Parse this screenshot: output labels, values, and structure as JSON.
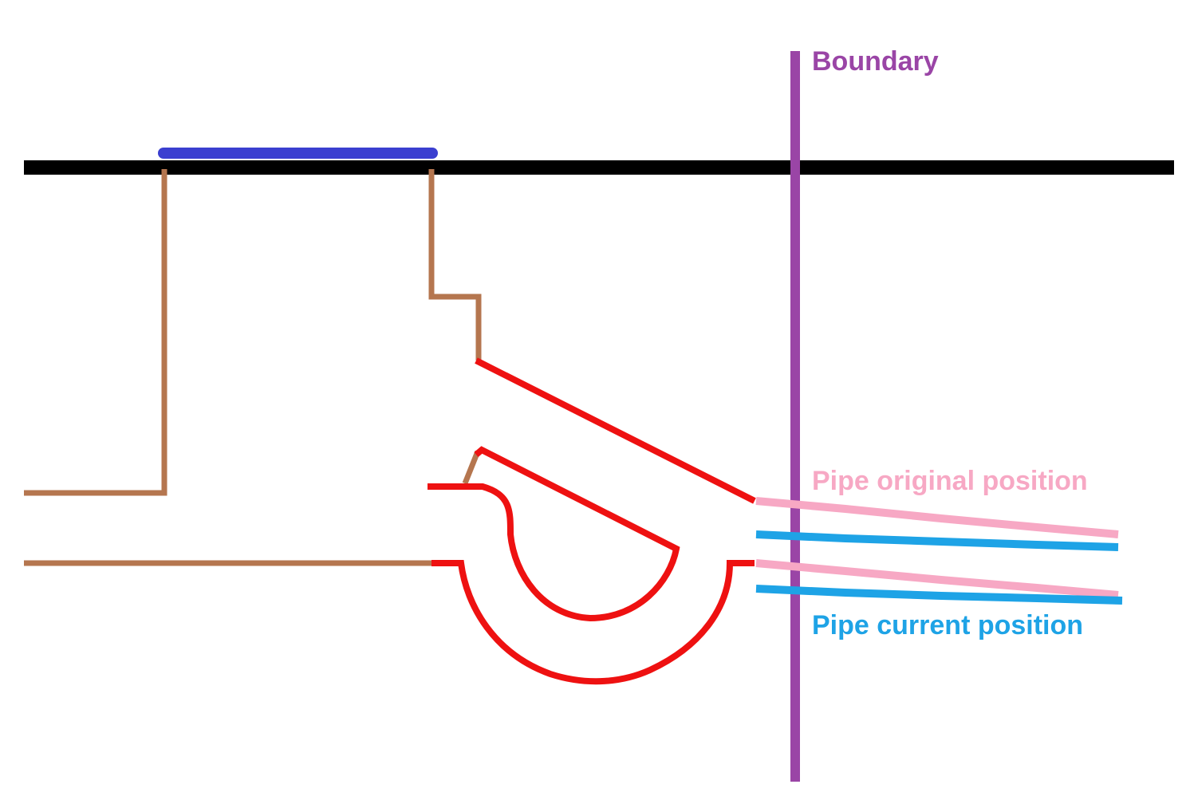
{
  "labels": {
    "boundary": "Boundary",
    "pipe_original": "Pipe original position",
    "pipe_current": "Pipe current position"
  },
  "colors": {
    "ground": "#000000",
    "surface_patch": "#3b3fd0",
    "excavation": "#b5764f",
    "structure": "#ee1111",
    "boundary": "#9a45a6",
    "pipe_original": "#f7a8c4",
    "pipe_current": "#1ea3e6",
    "background": "#ffffff"
  }
}
